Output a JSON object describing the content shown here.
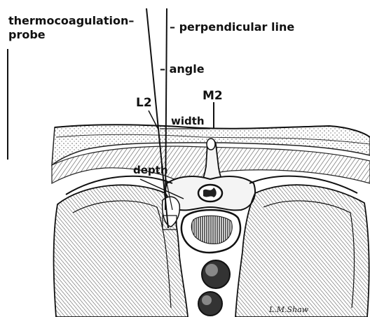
{
  "labels": {
    "probe_line1": "thermocoagulation–",
    "probe_line2": "probe",
    "perpendicular": "– perpendicular  line",
    "angle": "– angle",
    "l2": "L2",
    "m2": "M2",
    "width": "width",
    "depth": "depth"
  },
  "signature": "L.M.Shaw",
  "colors": {
    "ink": "#111111",
    "background": "#ffffff",
    "shading": "#8a8a8a",
    "bone_light": "#f4f4f4"
  }
}
